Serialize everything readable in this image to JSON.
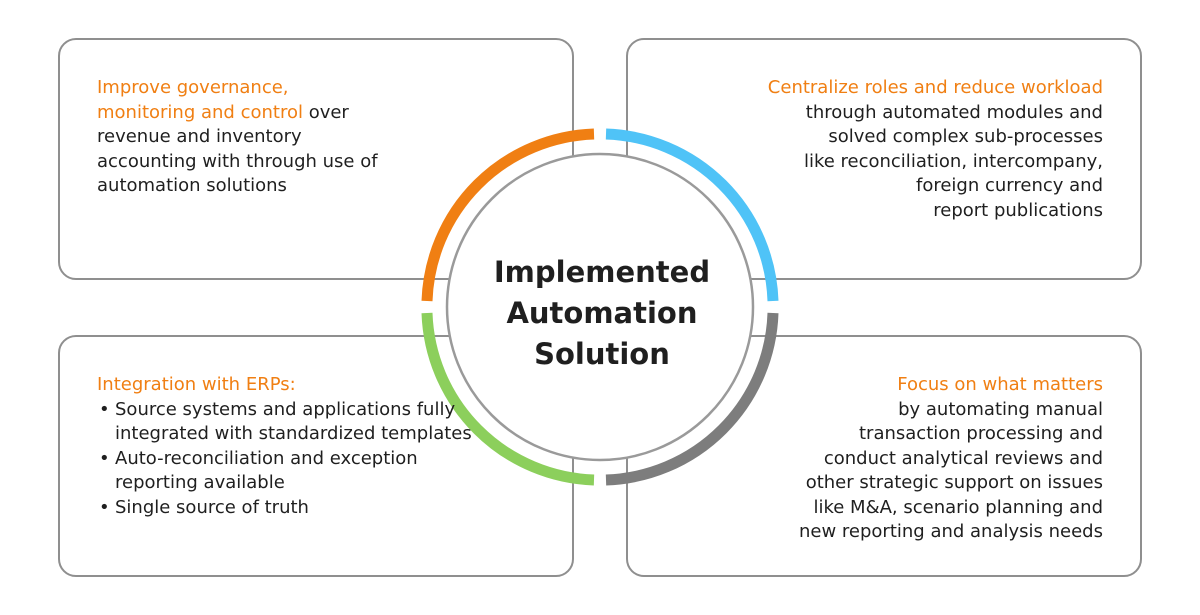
{
  "center": {
    "line1": "Implemented",
    "line2": "Automation",
    "line3": "Solution"
  },
  "top_left": {
    "highlight1": "Improve governance,",
    "highlight2": "monitoring and control",
    "rest1": " over",
    "line3": "revenue and inventory",
    "line4": "accounting with through use of",
    "line5": "automation solutions"
  },
  "top_right": {
    "heading": "Centralize roles and reduce workload",
    "lines": [
      "through automated modules and",
      "solved complex sub-processes",
      "like reconciliation, intercompany,",
      "foreign currency and",
      "report publications"
    ]
  },
  "bottom_left": {
    "heading": "Integration with ERPs:",
    "bullets": [
      "Source systems and applications fully integrated with standardized templates",
      "Auto-reconciliation and exception reporting available",
      "Single source of truth"
    ]
  },
  "bottom_right": {
    "heading": "Focus on what matters",
    "lines": [
      "by  automating manual",
      "transaction processing and",
      "conduct analytical reviews and",
      "other strategic support  on issues",
      "like M&A, scenario planning and",
      "new reporting and analysis needs"
    ]
  },
  "colors": {
    "orange": "#f07f13",
    "blue": "#4fc3f7",
    "green": "#8ccf5c",
    "gray": "#7d7d7d",
    "card_border": "#8f8f8f"
  }
}
